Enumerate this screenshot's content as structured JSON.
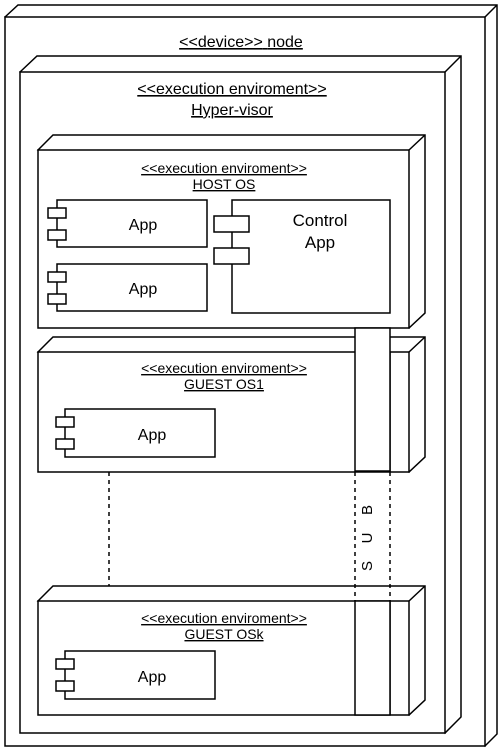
{
  "device": {
    "stereotype": "<<device>>",
    "name": "node"
  },
  "hypervisor": {
    "stereotype": "<<execution enviroment>>",
    "name": "Hyper-visor"
  },
  "host_os": {
    "stereotype": "<<execution enviroment>>",
    "name": "HOST OS",
    "apps": [
      "App",
      "App"
    ],
    "control_app": [
      "Control",
      "App"
    ]
  },
  "guest_os1": {
    "stereotype": "<<execution enviroment>>",
    "name": "GUEST OS1",
    "app": "App"
  },
  "guest_osk": {
    "stereotype": "<<execution enviroment>>",
    "name": "GUEST OSk",
    "app": "App"
  },
  "bus": {
    "letters": [
      "B",
      "U",
      "S"
    ]
  }
}
